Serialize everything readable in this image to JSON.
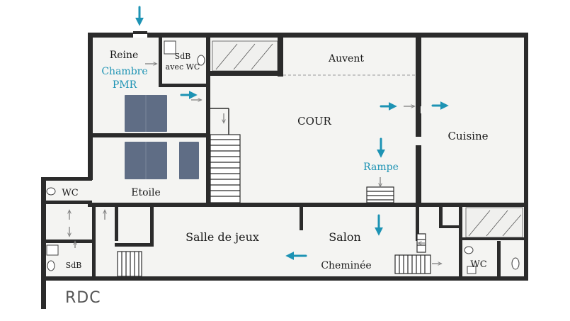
{
  "labels": {
    "reine": "Reine",
    "chambre": "Chambre",
    "pmr": "PMR",
    "sdb_top_1": "SdB",
    "sdb_top_2": "avec WC",
    "auvent": "Auvent",
    "cour": "COUR",
    "cuisine": "Cuisine",
    "rampe": "Rampe",
    "etoile": "Etoile",
    "wc_left": "WC",
    "sdb_bottom": "SdB",
    "salle_de_jeux": "Salle de jeux",
    "salon": "Salon",
    "cheminee": "Cheminée",
    "wc_right": "WC",
    "level": "RDC"
  },
  "colors": {
    "accent": "#1d93b4",
    "wall": "#2b2b2b",
    "floor": "#f4f4f2",
    "bed": "#5f6d85",
    "text": "#1a1a1a"
  },
  "icons": {
    "entry_arrow": "arrow-down-icon",
    "flow_arrow": "arrow-right-icon",
    "door_marker": "small-arrow-icon"
  }
}
